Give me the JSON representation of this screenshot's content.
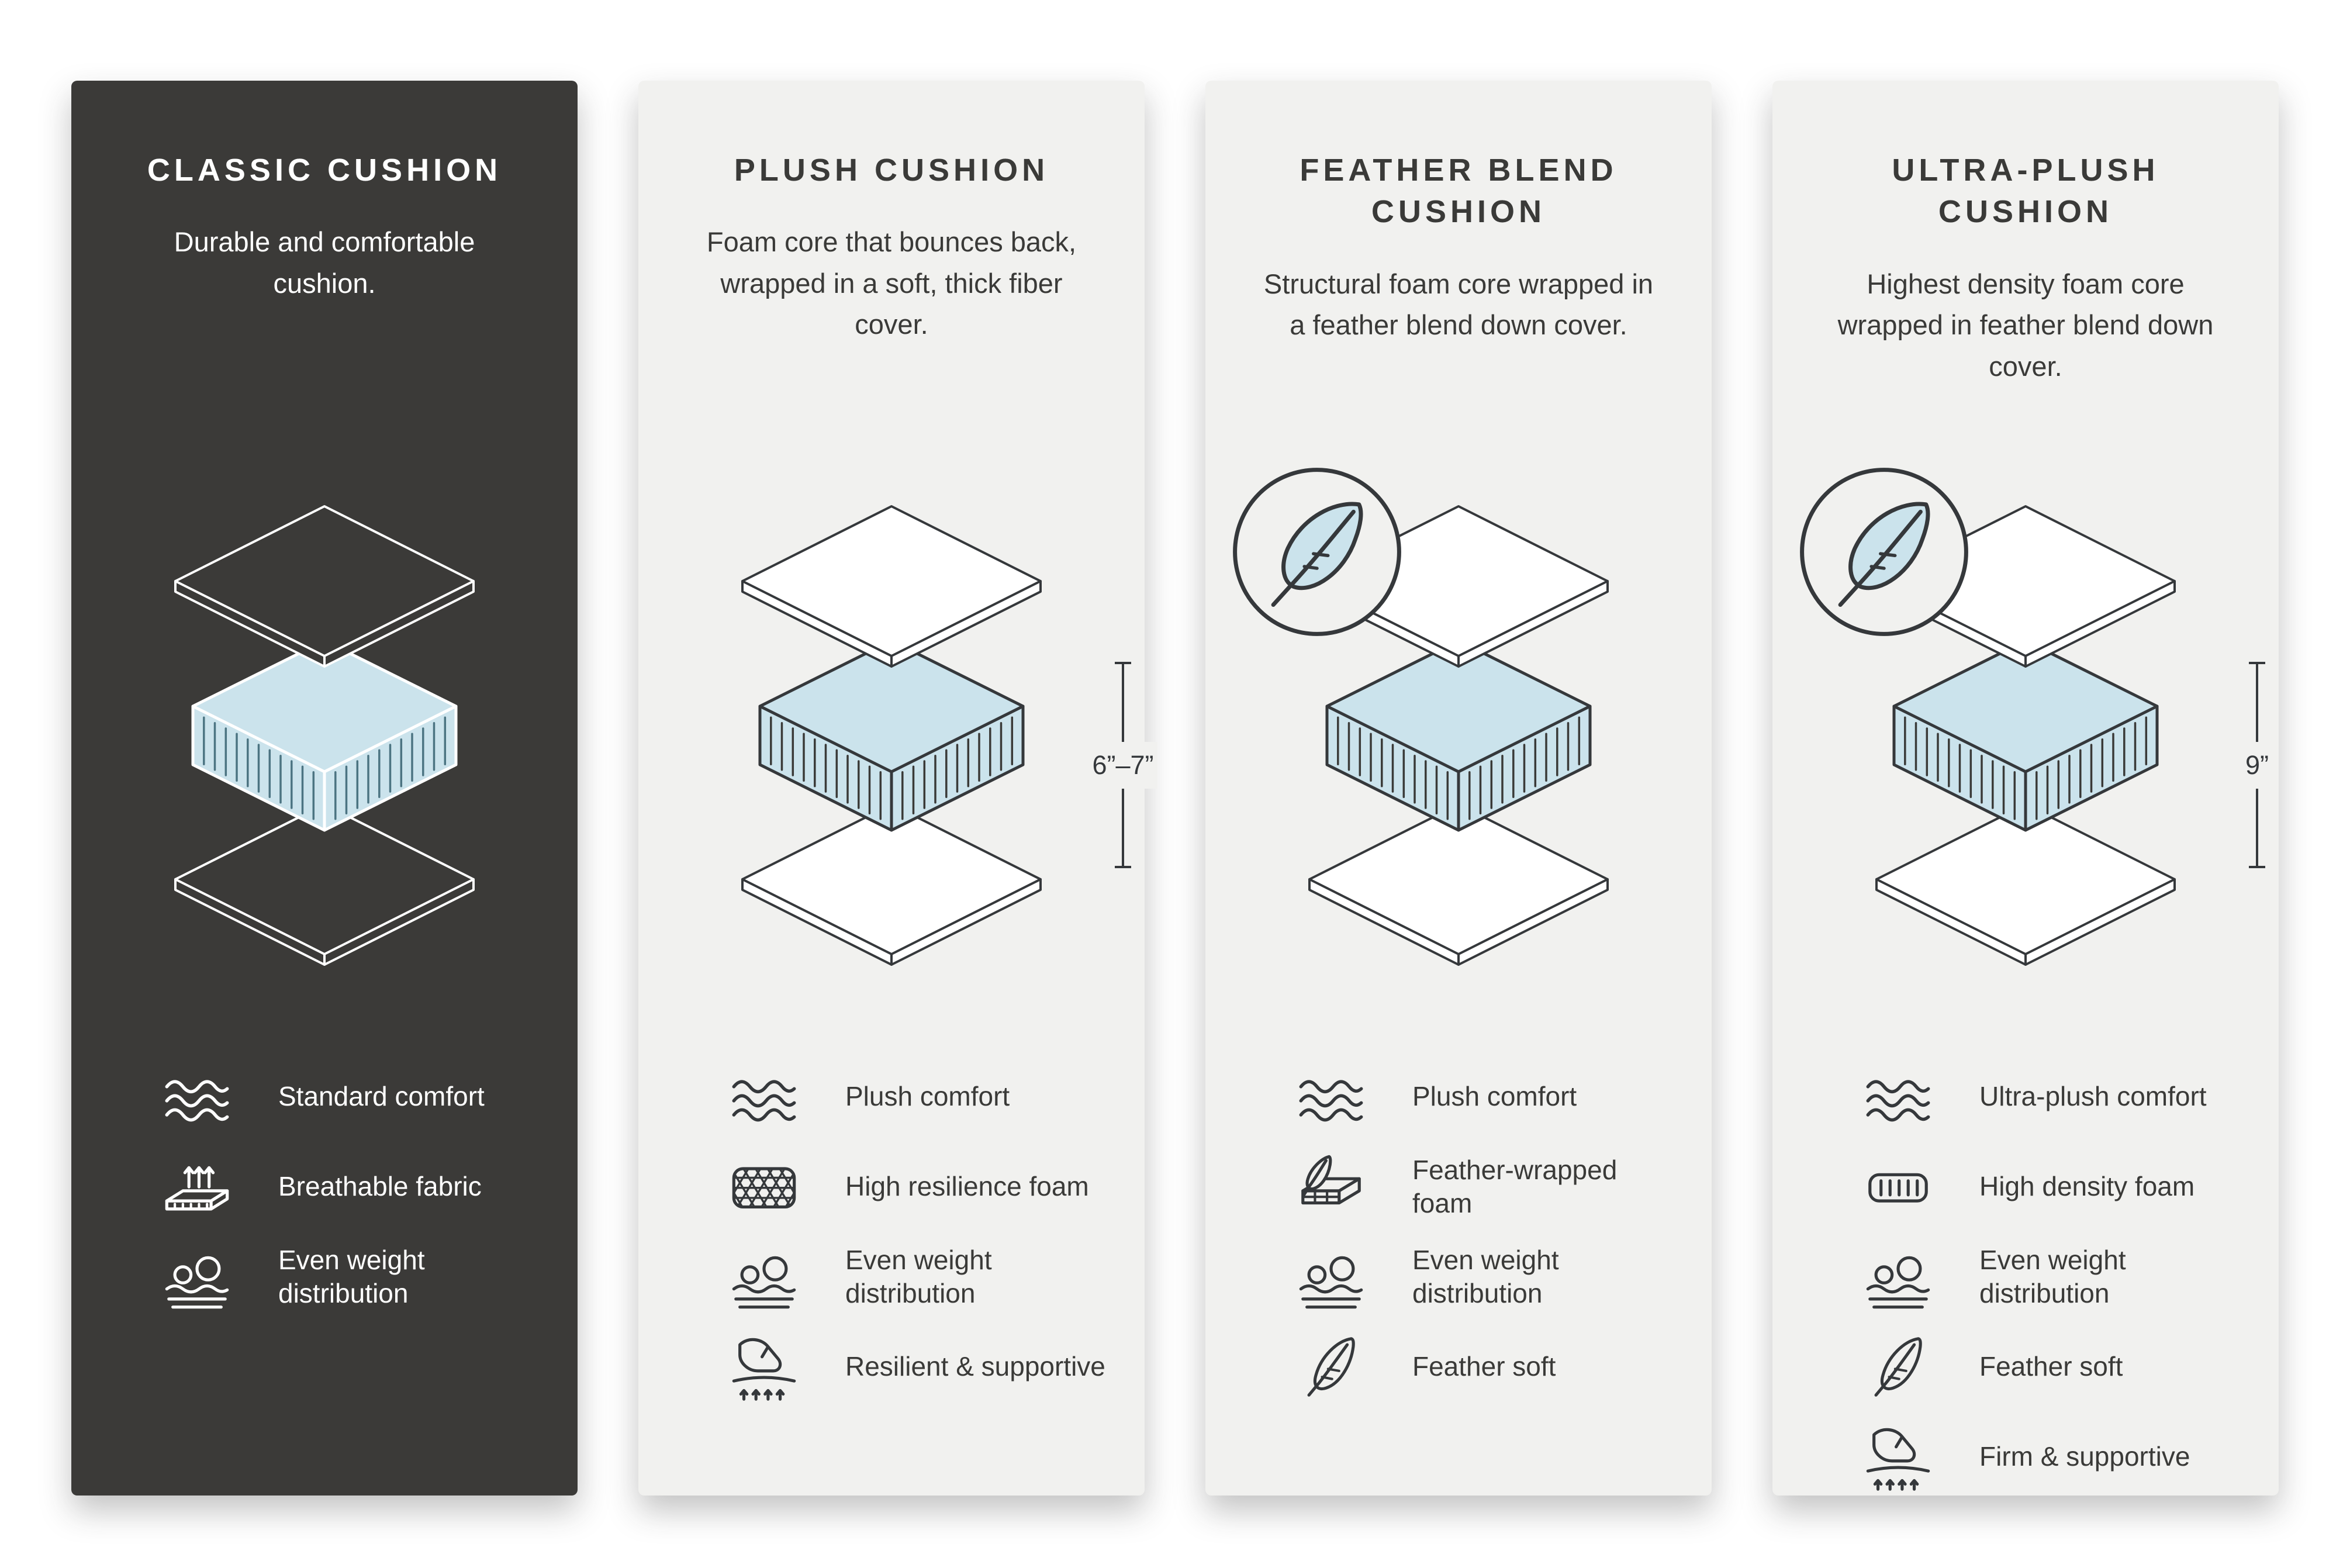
{
  "colors": {
    "dark_panel": "#3b3a38",
    "light_panel": "#f1f1ef",
    "accent_blue": "#cbe3ec",
    "ink": "#35383b",
    "white": "#ffffff"
  },
  "panels": [
    {
      "id": "classic-cushion",
      "theme": "dark",
      "title": "CLASSIC CUSHION",
      "description": "Durable and comfortable cushion.",
      "illustration": {
        "type": "cushion-layers",
        "badge": null,
        "dimension": null
      },
      "features": [
        {
          "icon": "waves-icon",
          "label": "Standard comfort"
        },
        {
          "icon": "breathable-icon",
          "label": "Breathable fabric"
        },
        {
          "icon": "weight-icon",
          "label": "Even weight distribution"
        }
      ]
    },
    {
      "id": "plush-cushion",
      "theme": "light",
      "title": "PLUSH CUSHION",
      "description": "Foam core that bounces back, wrapped in a soft, thick fiber cover.",
      "illustration": {
        "type": "cushion-layers",
        "badge": null,
        "dimension": "6”–7”"
      },
      "features": [
        {
          "icon": "waves-icon",
          "label": "Plush comfort"
        },
        {
          "icon": "honeycomb-icon",
          "label": "High resilience foam"
        },
        {
          "icon": "weight-icon",
          "label": "Even weight distribution"
        },
        {
          "icon": "hand-press-icon",
          "label": "Resilient & supportive"
        }
      ]
    },
    {
      "id": "feather-blend-cushion",
      "theme": "light",
      "title": "FEATHER BLEND CUSHION",
      "description": "Structural foam core wrapped in a feather blend down cover.",
      "illustration": {
        "type": "cushion-layers",
        "badge": "feather",
        "dimension": null
      },
      "features": [
        {
          "icon": "waves-icon",
          "label": "Plush comfort"
        },
        {
          "icon": "feather-foam-icon",
          "label": "Feather-wrapped foam"
        },
        {
          "icon": "weight-icon",
          "label": "Even weight distribution"
        },
        {
          "icon": "feather-icon",
          "label": "Feather soft"
        }
      ]
    },
    {
      "id": "ultra-plush-cushion",
      "theme": "light",
      "title": "ULTRA-PLUSH CUSHION",
      "description": "Highest density foam core wrapped in feather blend down cover.",
      "illustration": {
        "type": "cushion-layers",
        "badge": "feather",
        "dimension": "9”"
      },
      "features": [
        {
          "icon": "waves-icon",
          "label": "Ultra-plush comfort"
        },
        {
          "icon": "foam-icon",
          "label": "High density foam"
        },
        {
          "icon": "weight-icon",
          "label": "Even weight distribution"
        },
        {
          "icon": "feather-icon",
          "label": "Feather soft"
        },
        {
          "icon": "hand-press-icon",
          "label": "Firm & supportive"
        }
      ]
    }
  ]
}
